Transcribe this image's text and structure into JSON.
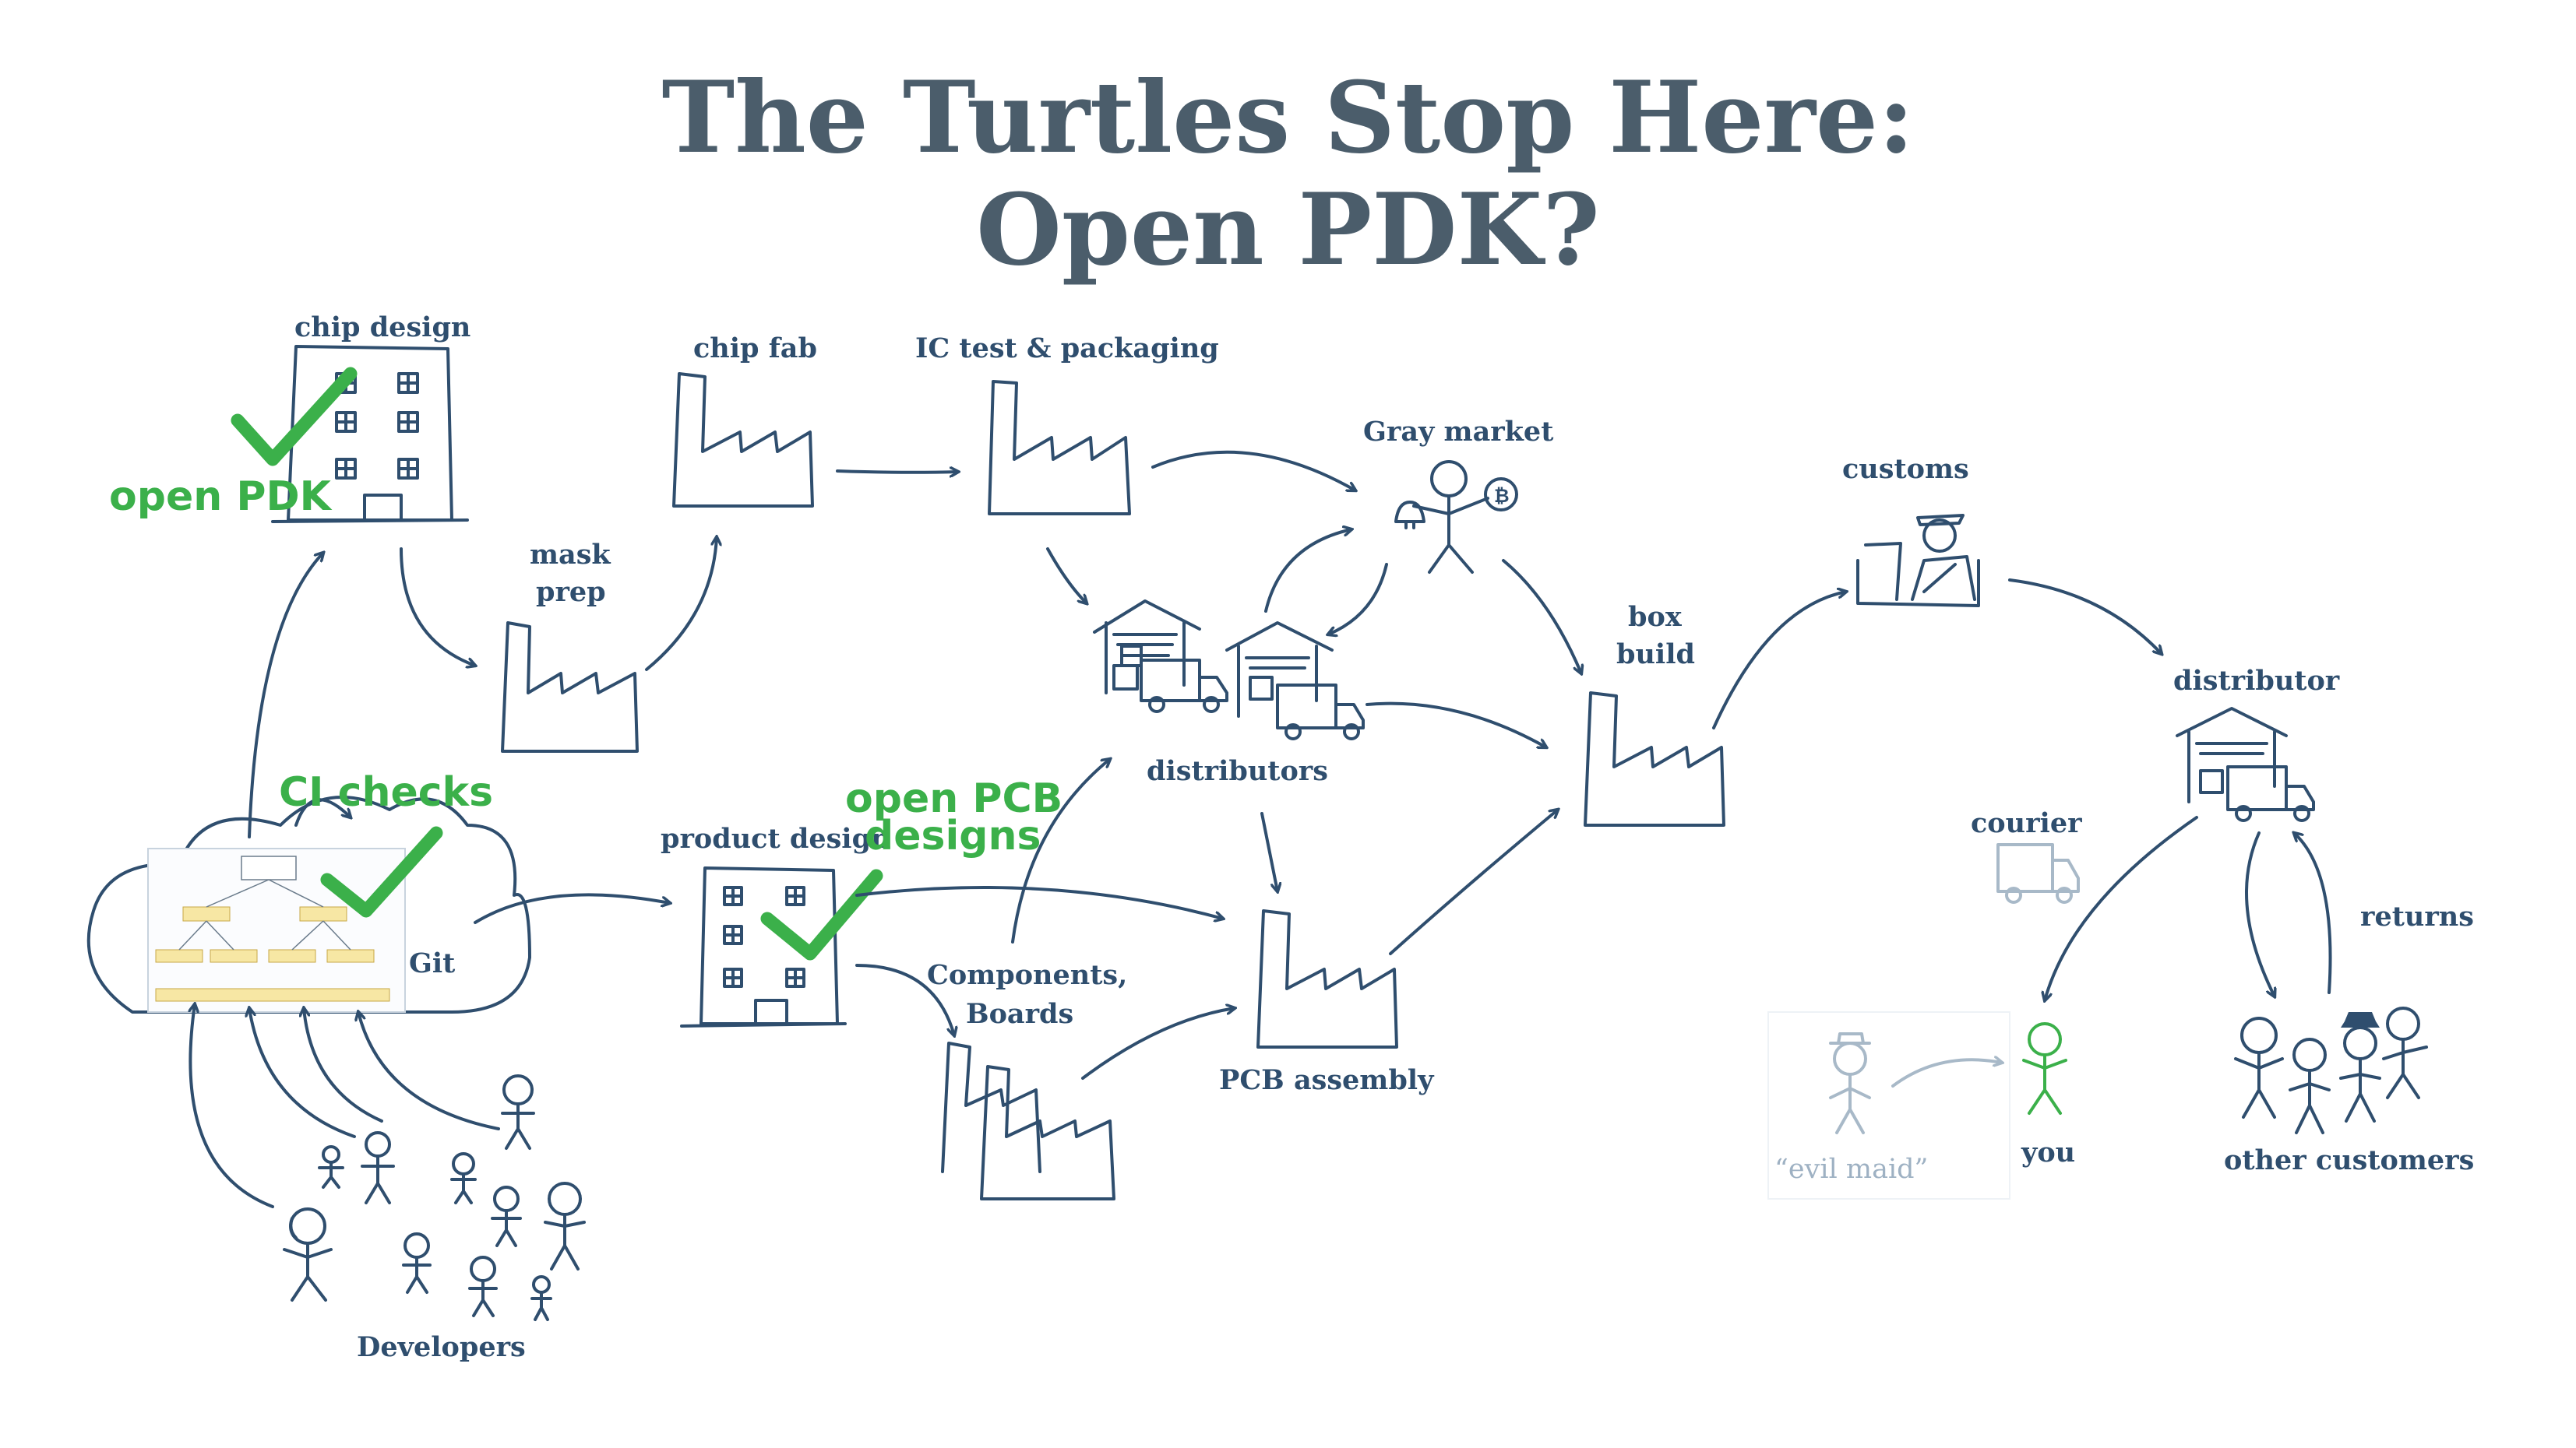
{
  "title": {
    "line1": "The Turtles Stop Here:",
    "line2": "Open PDK?"
  },
  "labels": {
    "chip_design": "chip design",
    "mask_prep_1": "mask",
    "mask_prep_2": "prep",
    "chip_fab": "chip fab",
    "ic_test": "IC test & packaging",
    "gray_market": "Gray market",
    "distributors": "distributors",
    "product_design": "product design",
    "components_1": "Components,",
    "components_2": "Boards",
    "pcb_assembly": "PCB assembly",
    "box_build_1": "box",
    "box_build_2": "build",
    "customs": "customs",
    "distributor": "distributor",
    "courier": "courier",
    "returns": "returns",
    "evil_maid": "“evil maid”",
    "you": "you",
    "other_customers": "other customers",
    "git": "Git",
    "developers": "Developers"
  },
  "annotations": {
    "open_pdk": "open PDK",
    "ci_checks": "CI checks",
    "open_pcb_1": "open PCB",
    "open_pcb_2": "designs"
  },
  "colors": {
    "ink": "#2f4e6e",
    "title": "#4b5d6b",
    "green": "#3bb04a",
    "faded": "#9eb1c3"
  },
  "icons": [
    "building-icon",
    "factory-icon",
    "warehouse-icon",
    "truck-icon",
    "person-icon",
    "customs-officer-icon",
    "cloud-icon",
    "bitcoin-icon",
    "bell-icon",
    "checkmark-icon"
  ]
}
